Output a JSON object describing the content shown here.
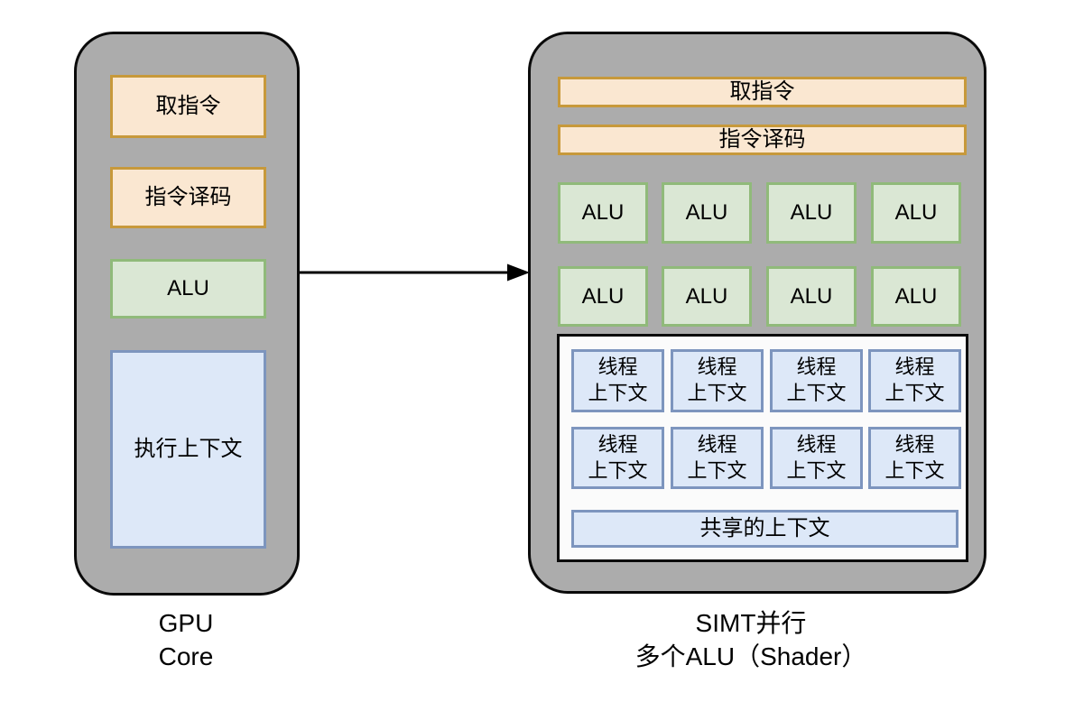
{
  "colors": {
    "panel_gray": "#ACACAC",
    "panel_outline": "#0A0A0A",
    "orange_fill": "#FAE7D1",
    "orange_border": "#C7993B",
    "green_fill": "#DAE7D4",
    "green_border": "#90BA7A",
    "blue_fill": "#DDE8F8",
    "blue_border": "#7D95BE",
    "context_container_fill": "#FBFBFB",
    "arrow_color": "#000000"
  },
  "gpu_core": {
    "fetch_label": "取指令",
    "decode_label": "指令译码",
    "alu_label": "ALU",
    "exec_context_label": "执行上下文",
    "caption_line1": "GPU",
    "caption_line2": "Core"
  },
  "simt": {
    "fetch_label": "取指令",
    "decode_label": "指令译码",
    "alu_labels": [
      "ALU",
      "ALU",
      "ALU",
      "ALU",
      "ALU",
      "ALU",
      "ALU",
      "ALU"
    ],
    "thread_context": {
      "line1": "线程",
      "line2": "上下文"
    },
    "shared_context_label": "共享的上下文",
    "caption_line1": "SIMT并行",
    "caption_line2": "多个ALU（Shader）"
  }
}
